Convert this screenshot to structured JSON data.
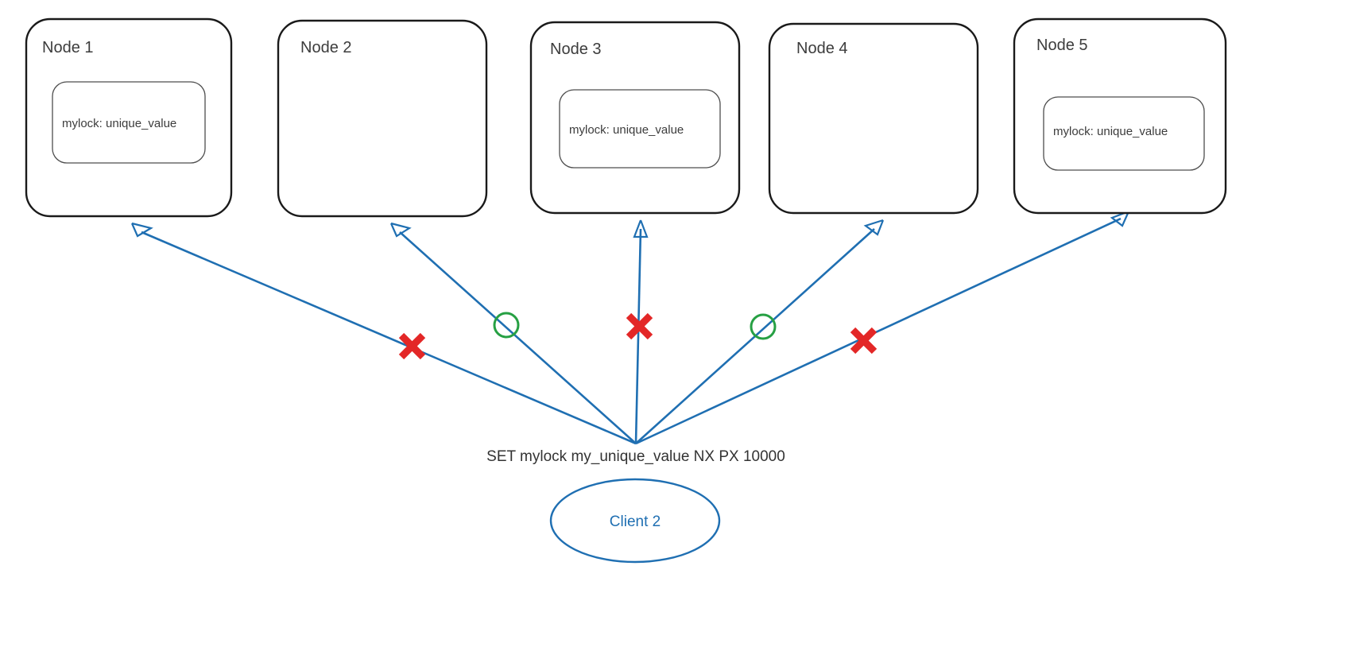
{
  "diagram": {
    "title_text": "SET mylock my_unique_value NX PX 10000",
    "client_label": "Client 2",
    "colors": {
      "edge": "#1f6fb2",
      "node_border": "#1a1a1a",
      "lock_border": "#4d4d4d",
      "fail_mark": "#e32727",
      "ok_mark": "#26a043",
      "client_text": "#1f6fb2",
      "background": "#ffffff"
    },
    "nodes": [
      {
        "label": "Node 1",
        "lock_label": "mylock: unique_value",
        "has_lock": true,
        "result": "fail"
      },
      {
        "label": "Node 2",
        "lock_label": "",
        "has_lock": false,
        "result": "ok"
      },
      {
        "label": "Node 3",
        "lock_label": "mylock: unique_value",
        "has_lock": true,
        "result": "fail"
      },
      {
        "label": "Node 4",
        "lock_label": "",
        "has_lock": false,
        "result": "ok"
      },
      {
        "label": "Node 5",
        "lock_label": "mylock: unique_value",
        "has_lock": true,
        "result": "fail"
      }
    ],
    "markers": [
      {
        "type": "fail-x",
        "for_node": "Node 1"
      },
      {
        "type": "ok-circle",
        "for_node": "Node 2"
      },
      {
        "type": "fail-x",
        "for_node": "Node 3"
      },
      {
        "type": "ok-circle",
        "for_node": "Node 4"
      },
      {
        "type": "fail-x",
        "for_node": "Node 5"
      }
    ]
  }
}
